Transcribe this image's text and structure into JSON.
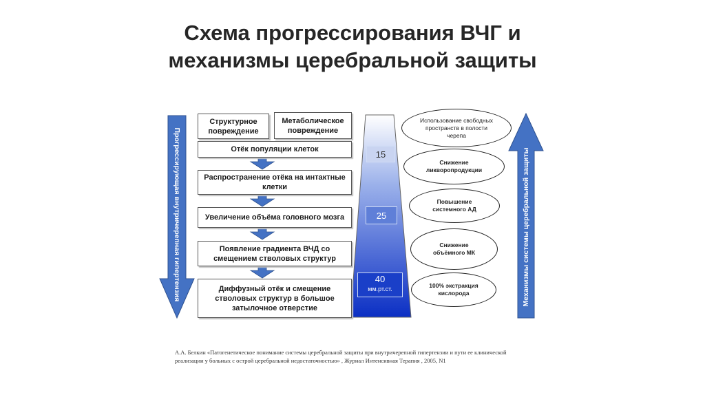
{
  "title": {
    "line1": "Схема прогрессирования ВЧГ и",
    "line2": "механизмы церебральной защиты"
  },
  "left_arrow_label": "Прогрессирующая внутричерепная гипертензия",
  "right_arrow_label": "Механизмы системы церебральной защиты",
  "boxes": {
    "structural": "Структурное повреждение",
    "metabolic": "Метаболическое повреждение",
    "edema": "Отёк популяции клеток",
    "spread": "Распространение отёка на интактные клетки",
    "volume": "Увеличение объёма головного мозга",
    "gradient": "Появление градиента ВЧД со смещением стволовых структур",
    "diffuse": "Диффузный отёк и смещение стволовых структур в большое затылочное отверстие"
  },
  "pressure_levels": {
    "p15": "15",
    "p25": "25",
    "p40": "40",
    "unit": "мм.рт.ст."
  },
  "mechanisms": [
    "Использование свободных пространств в полости черепа",
    "Снижение ликворопродукции",
    "Повышение системного АД",
    "Снижение объёмного МК",
    "100% экстракция кислорода"
  ],
  "footnote": "А.А. Белкин «Патогенетическое понимание системы церебральной защиты при внутричерепной гипертензии и пути ее клинической реализации у больных с острой церебральной недостаточностью» , Журнал Интенсивная Терапия , 2005, N1",
  "colors": {
    "arrow_blue": "#4472c4",
    "gradient_top": "#ffffff",
    "gradient_bottom": "#0b2fc4"
  }
}
